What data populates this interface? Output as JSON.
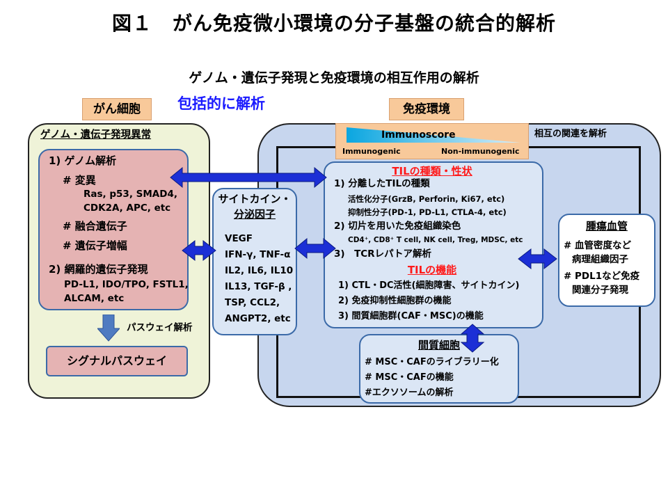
{
  "title": "図１　がん免疫微小環境の分子基盤の統合的解析",
  "subtitle": "ゲノム・遺伝子発現と免疫環境の相互作用の解析",
  "comprehensive_label": "包括的に解析",
  "cancer_tag": "がん細胞",
  "immune_tag": "免疫環境",
  "cancer_panel": {
    "heading": "ゲノム・遺伝子発現異常",
    "genome_title": "1) ゲノム解析",
    "mutation": "# 変異",
    "mutation_genes_1": "Ras, p53, SMAD4,",
    "mutation_genes_2": "CDK2A, APC, etc",
    "fusion": "# 融合遺伝子",
    "amplification": "# 遺伝子増幅",
    "expression_title": "2) 網羅的遺伝子発現",
    "expression_genes_1": "PD-L1, IDO/TPO, FSTL1,",
    "expression_genes_2": "ALCAM, etc",
    "pathway_label": "パスウェイ解析",
    "signal": "シグナルパスウェイ"
  },
  "cytokine": {
    "title_1": "サイトカイン・",
    "title_2": "分泌因子",
    "items": [
      "VEGF",
      "IFN-γ, TNF-α",
      "IL2, IL6, IL10",
      "IL13, TGF-β ,",
      "TSP, CCL2,",
      "ANGPT2, etc"
    ]
  },
  "immunoscore": {
    "label": "Immunoscore",
    "left": "Immunogenic",
    "right": "Non-immunogenic"
  },
  "correlation_label": "相互の関連を解析",
  "til": {
    "type_title": "TILの種類・性状",
    "sorted_title": "1) 分離したTILの種類",
    "activity": "活性化分子(GrzB, Perforin, Ki67, etc)",
    "suppress": "抑制性分子(PD-1, PD-L1, CTLA-4, etc)",
    "stain_title": "2) 切片を用いた免疫組織染色",
    "stain_cells": "CD4⁺, CD8⁺ T cell, NK cell, Treg, MDSC, etc",
    "tcr": "3)　TCRレパトア解析",
    "function_title": "TILの機能",
    "func_1": "1) CTL・DC活性(細胞障害、サイトカイン)",
    "func_2": "2) 免疫抑制性細胞群の機能",
    "func_3": "3) 間質細胞群(CAF・MSC)の機能"
  },
  "vessel": {
    "title": "腫瘍血管",
    "item_1a": "# 血管密度など",
    "item_1b": "病理組織因子",
    "item_2a": "# PDL1など免疫",
    "item_2b": "関連分子発現"
  },
  "stroma": {
    "title": "間質細胞",
    "item_1": "# MSC・CAFのライブラリー化",
    "item_2": "# MSC・CAFの機能",
    "item_3": "#エクソソームの解析"
  },
  "colors": {
    "arrow_blue": "#1c2fd6",
    "title_red": "#ff1a1a",
    "pink_box": "#e5b3b3",
    "light_blue_box": "#dbe6f5",
    "tag_orange": "#f8c99a"
  }
}
